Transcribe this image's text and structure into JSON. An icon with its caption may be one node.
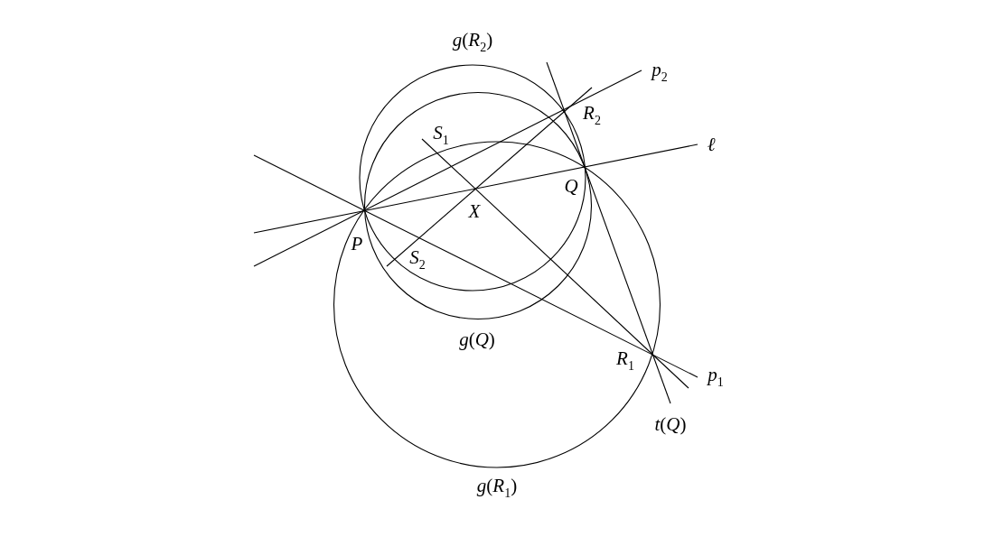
{
  "diagram": {
    "labels": [
      "*g*(*R*$_{2}$)",
      "*p*$_{2}$",
      "*R*$_{2}$",
      "*S*$_{1}$",
      "*ℓ*",
      "*Q*",
      "*X*",
      "*P*",
      "*S*$_{2}$",
      "*g*(*Q*)",
      "*R*$_{1}$",
      "*p*$_{1}$",
      "*t*(*Q*)",
      "*g*(*R*$_{1}$)"
    ]
  }
}
